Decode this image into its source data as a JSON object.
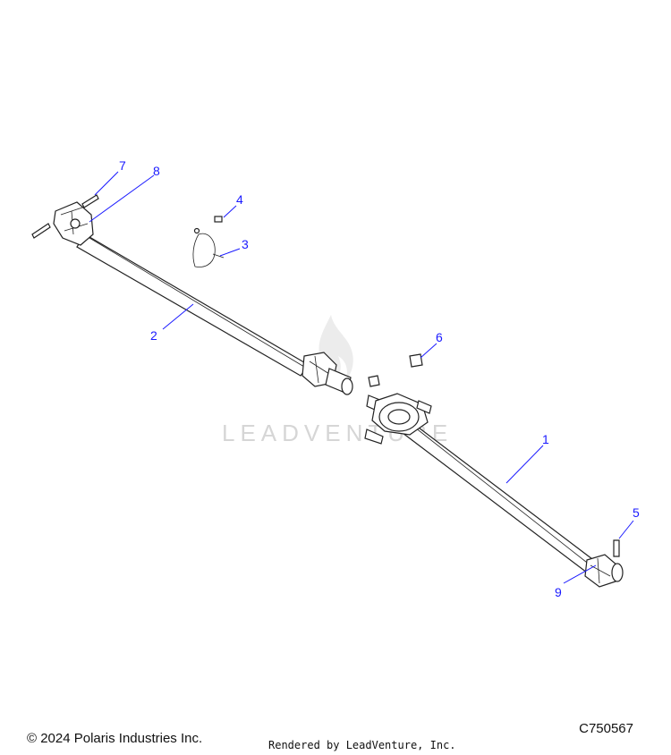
{
  "watermark": {
    "text": "LEADVENTURE"
  },
  "callouts": [
    {
      "id": "1",
      "label": "1"
    },
    {
      "id": "2",
      "label": "2"
    },
    {
      "id": "3",
      "label": "3"
    },
    {
      "id": "4",
      "label": "4"
    },
    {
      "id": "5",
      "label": "5"
    },
    {
      "id": "6",
      "label": "6"
    },
    {
      "id": "7",
      "label": "7"
    },
    {
      "id": "8",
      "label": "8"
    },
    {
      "id": "9",
      "label": "9"
    }
  ],
  "footer": {
    "copyright": "© 2024 Polaris Industries Inc.",
    "diagram_code": "C750567",
    "rendered_by": "Rendered by LeadVenture, Inc."
  },
  "colors": {
    "callout": "#1a1aff",
    "line_art": "#222222",
    "watermark": "#d6d6d6"
  }
}
